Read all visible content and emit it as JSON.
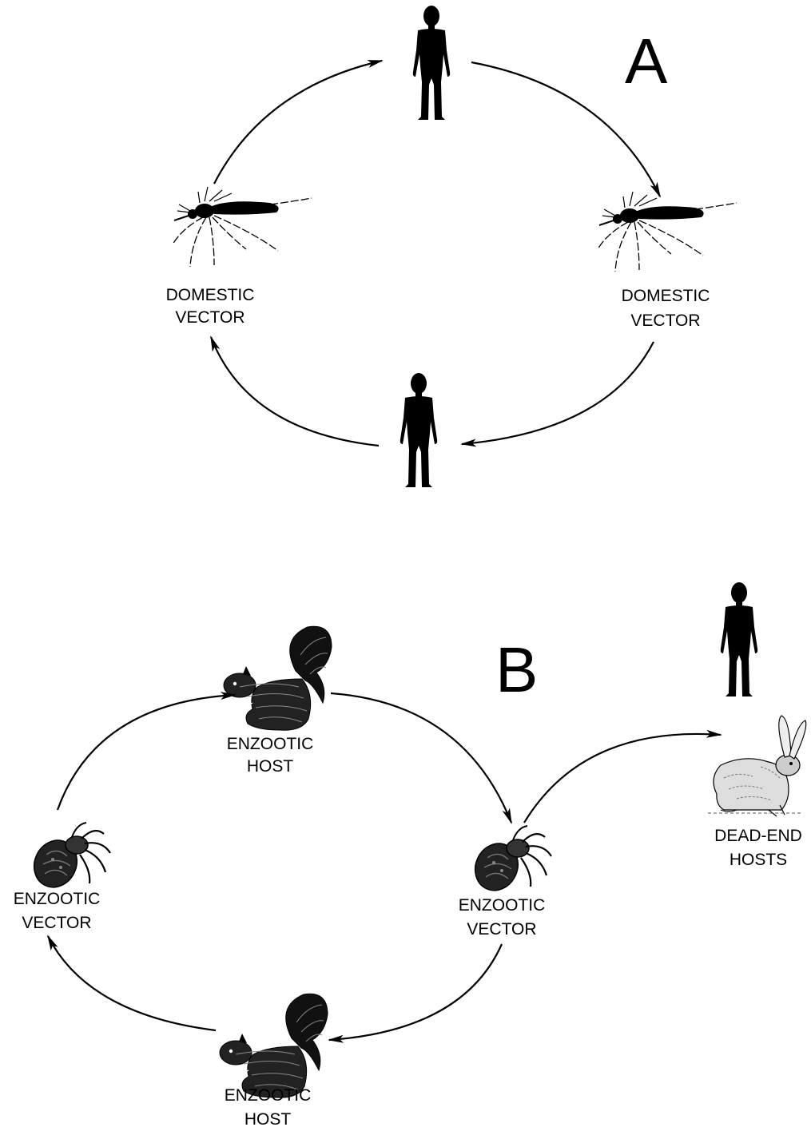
{
  "panels": {
    "a": {
      "letter": "A",
      "labels": {
        "left_vector_line1": "DOMESTIC",
        "left_vector_line2": "VECTOR",
        "right_vector_line1": "DOMESTIC",
        "right_vector_line2": "VECTOR"
      }
    },
    "b": {
      "letter": "B",
      "labels": {
        "top_host_line1": "ENZOOTIC",
        "top_host_line2": "HOST",
        "left_vector_line1": "ENZOOTIC",
        "left_vector_line2": "VECTOR",
        "right_vector_line1": "ENZOOTIC",
        "right_vector_line2": "VECTOR",
        "bottom_host_line1": "ENZOOTIC",
        "bottom_host_line2": "HOST",
        "dead_end_line1": "DEAD-END",
        "dead_end_line2": "HOSTS"
      }
    }
  },
  "icons": {
    "human": "human-silhouette-icon",
    "mosquito": "mosquito-icon",
    "squirrel": "squirrel-icon",
    "spider": "spider-tick-icon",
    "rabbit": "rabbit-icon"
  },
  "colors": {
    "foreground": "#000000",
    "background": "#ffffff"
  }
}
